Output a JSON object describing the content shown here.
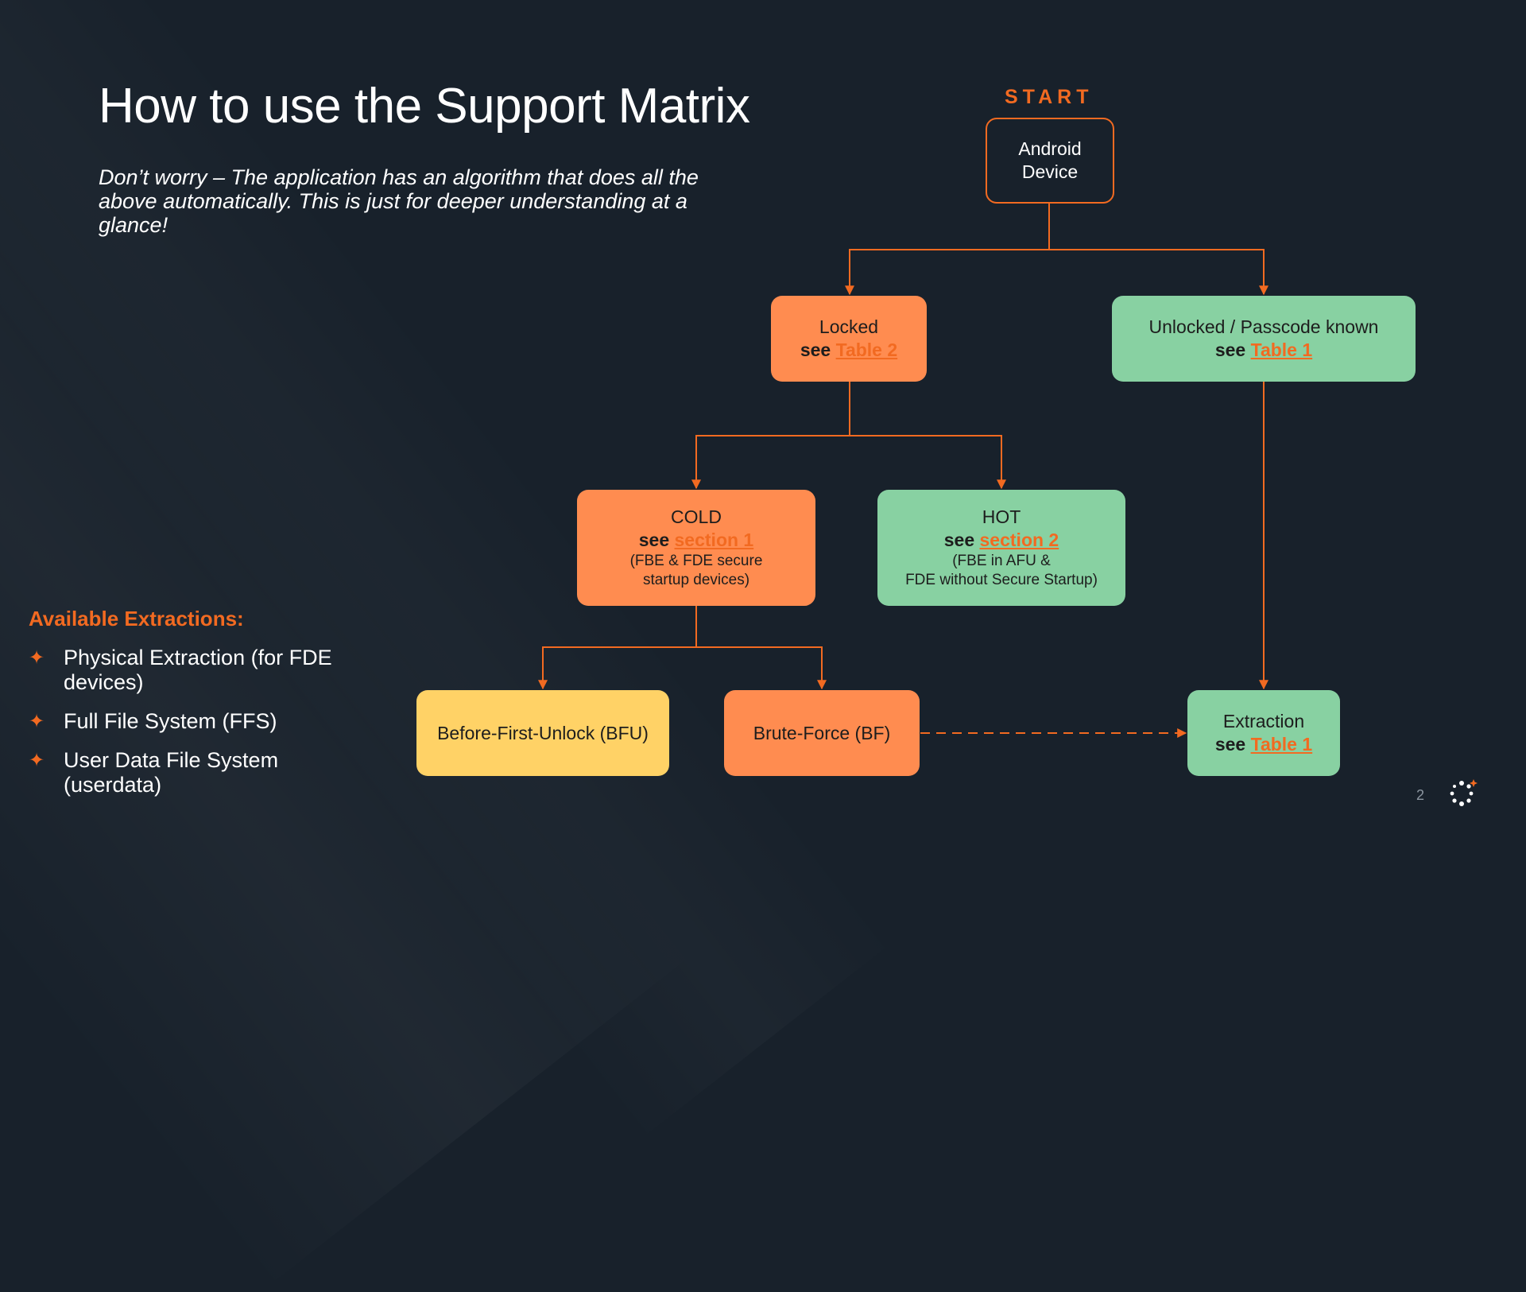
{
  "title": "How to use the Support Matrix",
  "subtitle": "Don’t worry – The application has an algorithm that does all the above automatically. This is just for deeper understanding at a glance!",
  "available": {
    "heading": "Available Extractions:",
    "items": [
      "Physical Extraction (for FDE devices)",
      "Full File System (FFS)",
      "User Data File System (userdata)"
    ]
  },
  "flow": {
    "start_label": "START",
    "android": {
      "line1": "Android",
      "line2": "Device"
    },
    "locked": {
      "line1": "Locked",
      "see": "see",
      "link": "Table 2"
    },
    "unlocked": {
      "line1": "Unlocked / Passcode known",
      "see": "see",
      "link": "Table 1"
    },
    "cold": {
      "line1": "COLD",
      "see": "see",
      "link": "section 1",
      "note1": "(FBE & FDE secure",
      "note2": "startup devices)"
    },
    "hot": {
      "line1": "HOT",
      "see": "see",
      "link": "section 2",
      "note1": "(FBE in AFU &",
      "note2": "FDE without Secure Startup)"
    },
    "bfu": {
      "label": "Before-First-Unlock (BFU)"
    },
    "bf": {
      "label": "Brute-Force (BF)"
    },
    "extraction": {
      "line1": "Extraction",
      "see": "see",
      "link": "Table 1"
    }
  },
  "page_number": "2",
  "colors": {
    "background": "#18212b",
    "accent": "#f26a21",
    "orange_node": "#ff8c50",
    "green_node": "#88d1a2",
    "yellow_node": "#ffd266"
  },
  "icons": {
    "bullet": "star-bullet-icon",
    "logo": "brand-logo-icon"
  }
}
